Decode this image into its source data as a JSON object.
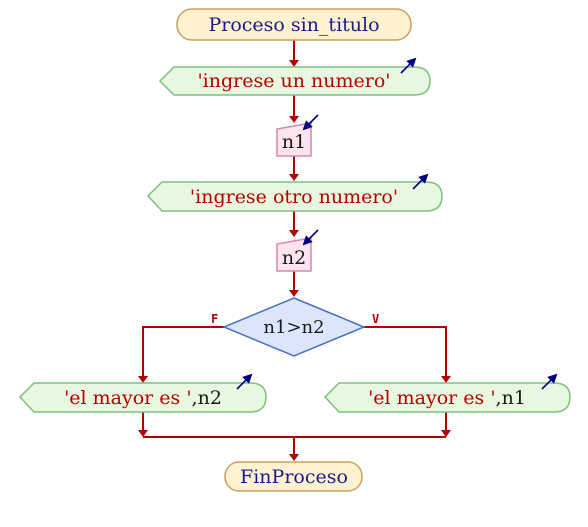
{
  "diagram": {
    "start_label": "Proceso sin_titulo",
    "end_label": "FinProceso",
    "output1": {
      "prefix": "'ingrese un numero",
      "suffix": "'"
    },
    "input1": "n1",
    "output2": {
      "prefix": "'ingrese otro numero",
      "suffix": "'"
    },
    "input2": "n2",
    "decision": "n1>n2",
    "false_label": "F",
    "true_label": "V",
    "false_output": {
      "prefix": "'el mayor es '",
      "suffix": ",n2"
    },
    "true_output": {
      "prefix": "'el mayor es '",
      "suffix": ",n1"
    }
  },
  "colors": {
    "flow_line": "#b30000",
    "terminal_fill": "#fff2d0",
    "terminal_stroke": "#c8a060",
    "terminal_text": "#1a1a8c",
    "output_fill": "#e8f8e0",
    "output_stroke": "#7fbf7f",
    "string_text": "#b30000",
    "input_fill": "#fde4ee",
    "input_stroke": "#d88aa8",
    "decision_fill": "#dbe6fb",
    "decision_stroke": "#4a6fc0",
    "io_arrow": "#000080"
  }
}
